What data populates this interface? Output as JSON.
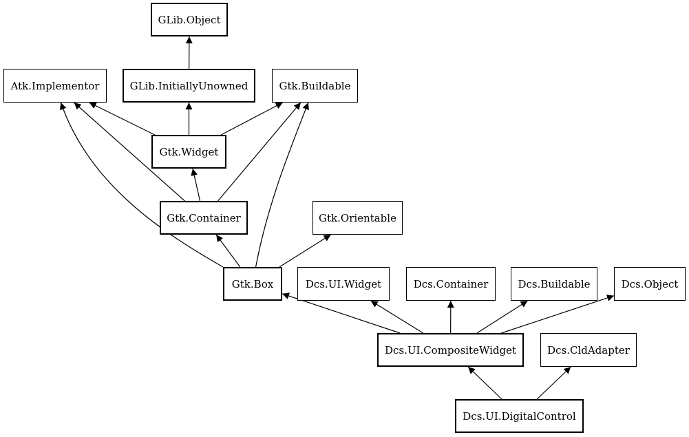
{
  "diagram": {
    "nodes": {
      "glib_object": {
        "label": "GLib.Object",
        "emphasis": true
      },
      "atk_implementor": {
        "label": "Atk.Implementor",
        "emphasis": false
      },
      "glib_initially_unowned": {
        "label": "GLib.InitiallyUnowned",
        "emphasis": true
      },
      "gtk_buildable": {
        "label": "Gtk.Buildable",
        "emphasis": false
      },
      "gtk_widget": {
        "label": "Gtk.Widget",
        "emphasis": true
      },
      "gtk_container": {
        "label": "Gtk.Container",
        "emphasis": true
      },
      "gtk_orientable": {
        "label": "Gtk.Orientable",
        "emphasis": false
      },
      "gtk_box": {
        "label": "Gtk.Box",
        "emphasis": true
      },
      "dcs_ui_widget": {
        "label": "Dcs.UI.Widget",
        "emphasis": false
      },
      "dcs_container": {
        "label": "Dcs.Container",
        "emphasis": false
      },
      "dcs_buildable": {
        "label": "Dcs.Buildable",
        "emphasis": false
      },
      "dcs_object": {
        "label": "Dcs.Object",
        "emphasis": false
      },
      "dcs_ui_composite_widget": {
        "label": "Dcs.UI.CompositeWidget",
        "emphasis": true
      },
      "dcs_cld_adapter": {
        "label": "Dcs.CldAdapter",
        "emphasis": false
      },
      "dcs_ui_digital_control": {
        "label": "Dcs.UI.DigitalControl",
        "emphasis": true
      }
    },
    "edges": [
      {
        "from": "glib_initially_unowned",
        "to": "glib_object"
      },
      {
        "from": "gtk_widget",
        "to": "glib_initially_unowned"
      },
      {
        "from": "gtk_widget",
        "to": "atk_implementor"
      },
      {
        "from": "gtk_widget",
        "to": "gtk_buildable"
      },
      {
        "from": "gtk_container",
        "to": "gtk_widget"
      },
      {
        "from": "gtk_container",
        "to": "atk_implementor"
      },
      {
        "from": "gtk_container",
        "to": "gtk_buildable"
      },
      {
        "from": "gtk_box",
        "to": "gtk_container"
      },
      {
        "from": "gtk_box",
        "to": "gtk_orientable"
      },
      {
        "from": "gtk_box",
        "to": "atk_implementor"
      },
      {
        "from": "gtk_box",
        "to": "gtk_buildable"
      },
      {
        "from": "dcs_ui_composite_widget",
        "to": "gtk_box"
      },
      {
        "from": "dcs_ui_composite_widget",
        "to": "dcs_ui_widget"
      },
      {
        "from": "dcs_ui_composite_widget",
        "to": "dcs_container"
      },
      {
        "from": "dcs_ui_composite_widget",
        "to": "dcs_buildable"
      },
      {
        "from": "dcs_ui_composite_widget",
        "to": "dcs_object"
      },
      {
        "from": "dcs_ui_digital_control",
        "to": "dcs_ui_composite_widget"
      },
      {
        "from": "dcs_ui_digital_control",
        "to": "dcs_cld_adapter"
      }
    ]
  }
}
